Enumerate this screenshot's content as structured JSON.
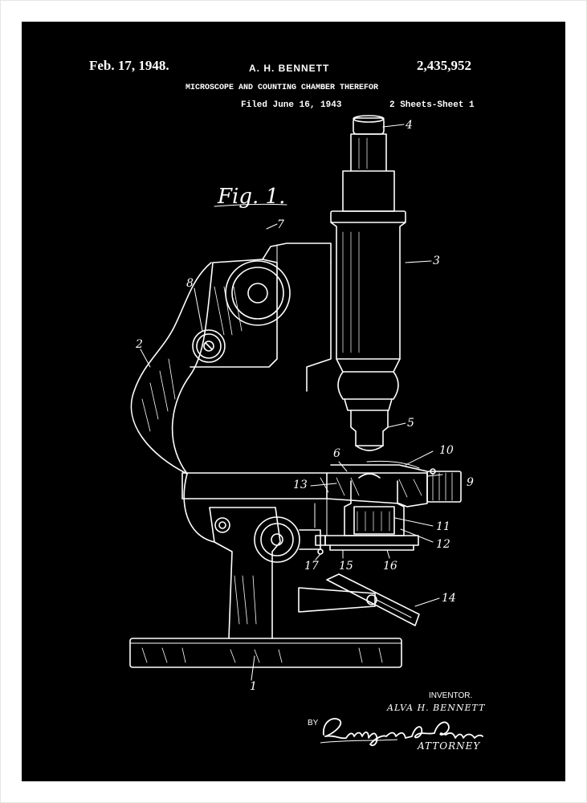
{
  "header": {
    "date": "Feb. 17, 1948.",
    "inventor": "A. H. BENNETT",
    "patent_number": "2,435,952",
    "title": "MICROSCOPE AND COUNTING CHAMBER THEREFOR",
    "filed": "Filed June 16, 1943",
    "sheets": "2 Sheets-Sheet 1"
  },
  "figure": {
    "label": "Fig. 1."
  },
  "reference_numerals": [
    "1",
    "2",
    "3",
    "4",
    "5",
    "6",
    "7",
    "8",
    "9",
    "10",
    "11",
    "12",
    "13",
    "14",
    "15",
    "16",
    "17"
  ],
  "signature_block": {
    "inventor_label": "INVENTOR.",
    "inventor_name": "ALVA H. BENNETT",
    "by_label": "BY",
    "signature": "Raymond A. Paquin",
    "attorney_label": "ATTORNEY"
  },
  "colors": {
    "background": "#000000",
    "ink": "#ffffff",
    "frame": "#ffffff"
  }
}
